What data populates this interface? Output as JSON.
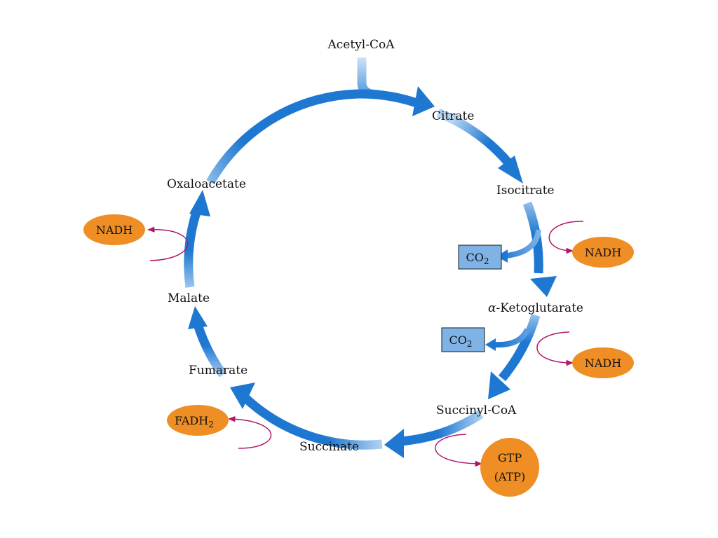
{
  "metabolites": {
    "acetyl_coa": "Acetyl-CoA",
    "citrate": "Citrate",
    "isocitrate": "Isocitrate",
    "alpha_prefix": "α",
    "ketoglutarate": "-Ketoglutarate",
    "succinyl_coa": "Succinyl-CoA",
    "succinate": "Succinate",
    "fumarate": "Fumarate",
    "malate": "Malate",
    "oxaloacetate": "Oxaloacetate"
  },
  "products": {
    "nadh_isocitrate": "NADH",
    "nadh_ketoglutarate": "NADH",
    "nadh_malate": "NADH",
    "co2_base": "CO",
    "co2_sub": "2",
    "gtp": "GTP",
    "atp": "(ATP)",
    "fadh_base": "FADH",
    "fadh_sub": "2"
  },
  "colors": {
    "cycle_blue": "#1e78d2",
    "cycle_light": "#b4d4f2",
    "co2_box": "#7fb2e5",
    "product_orange": "#ee8e24",
    "side_arrow": "#b0186a"
  }
}
